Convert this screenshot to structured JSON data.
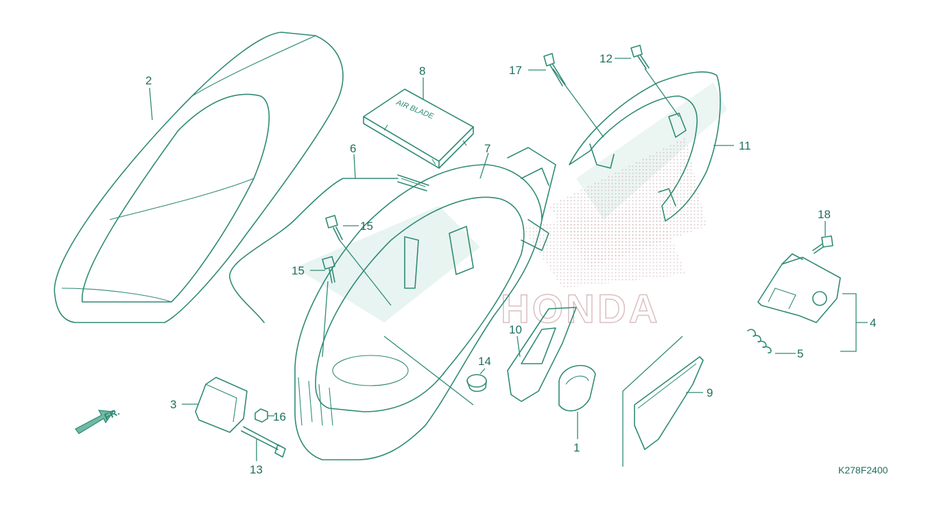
{
  "diagram": {
    "code": "K278F2400",
    "front_label": "FR.",
    "watermark": "HONDA",
    "cover_emblem": "AIR BLADE",
    "callouts": [
      {
        "id": "2",
        "label": "2"
      },
      {
        "id": "8",
        "label": "8"
      },
      {
        "id": "17",
        "label": "17"
      },
      {
        "id": "12",
        "label": "12"
      },
      {
        "id": "11",
        "label": "11"
      },
      {
        "id": "6",
        "label": "6"
      },
      {
        "id": "7",
        "label": "7"
      },
      {
        "id": "15a",
        "label": "15"
      },
      {
        "id": "15b",
        "label": "15"
      },
      {
        "id": "18",
        "label": "18"
      },
      {
        "id": "4",
        "label": "4"
      },
      {
        "id": "5",
        "label": "5"
      },
      {
        "id": "10",
        "label": "10"
      },
      {
        "id": "14",
        "label": "14"
      },
      {
        "id": "9",
        "label": "9"
      },
      {
        "id": "3",
        "label": "3"
      },
      {
        "id": "16",
        "label": "16"
      },
      {
        "id": "13",
        "label": "13"
      },
      {
        "id": "1",
        "label": "1"
      }
    ]
  }
}
